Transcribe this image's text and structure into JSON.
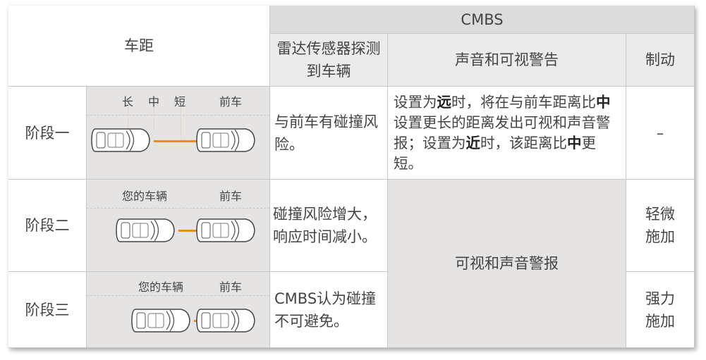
{
  "header": {
    "distance": "车距",
    "cmbs": "CMBS",
    "radar": "雷达传感器探测到车辆",
    "warning": "声音和可视警告",
    "brake": "制动"
  },
  "rows": [
    {
      "stage": "阶段一",
      "labels": {
        "long": "长",
        "mid": "中",
        "short": "短",
        "front": "前车"
      },
      "radar": "与前车有碰撞风险。",
      "warning_parts": [
        "设置为",
        "远",
        "时，将在与前车距离比",
        "中",
        "设置更长的距离发出可视和声音警报；设置为",
        "近",
        "时，该距离比",
        "中",
        "更短。"
      ],
      "brake": "–"
    },
    {
      "stage": "阶段二",
      "labels": {
        "yours": "您的车辆",
        "front": "前车"
      },
      "radar": "碰撞风险增大，响应时间减小。",
      "brake": "轻微施加"
    },
    {
      "stage": "阶段三",
      "labels": {
        "yours": "您的车辆",
        "front": "前车"
      },
      "radar": "CMBS认为碰撞不可避免。",
      "brake": "强力施加"
    }
  ],
  "merged_warning": "可视和声音警报",
  "colors": {
    "arrow": "#e8901a"
  }
}
